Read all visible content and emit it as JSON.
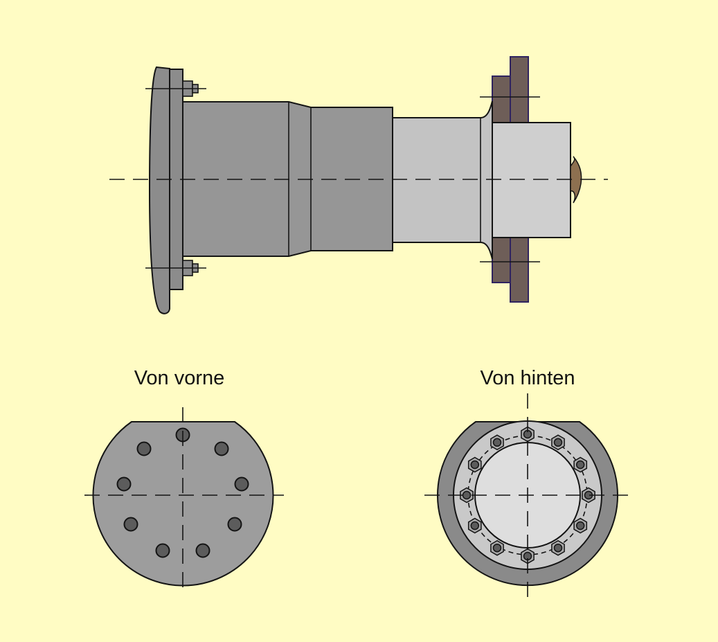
{
  "labels": {
    "front": "Von vorne",
    "back": "Von hinten"
  },
  "front_view": {
    "bolt_count": 9
  },
  "back_view": {
    "bolt_count": 12
  },
  "colors": {
    "background": "#fffcc4",
    "flange_dark": "#8c8c8c",
    "body_mid": "#969696",
    "shaft_light": "#c3c3c3",
    "hub_light": "#cfcfcf",
    "bracket_brown": "#6e5e58",
    "bracket_edge": "#2f2360",
    "nut_bronze": "#8d7050",
    "bolt_dark": "#5c5c5c",
    "outline": "#141414",
    "front_disc": "#9d9d9d",
    "back_outer_ring": "#8a8a8a",
    "back_inner_ring": "#c9c9c9",
    "back_center": "#dedede"
  }
}
